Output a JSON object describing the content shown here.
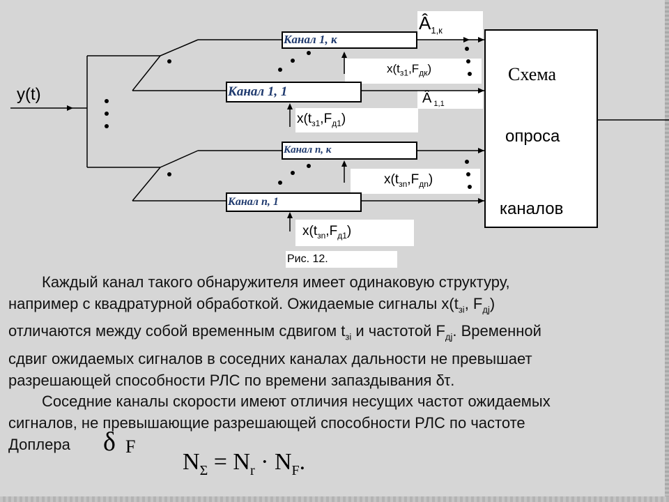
{
  "diagram": {
    "input_label": "y(t)",
    "channels": [
      "Канал 1, к",
      "Канал 1, 1",
      "Канал n, к",
      "Канал n, 1"
    ],
    "signals": {
      "s1": {
        "prefix": "x(t",
        "sub1": "з1",
        "mid": ",F",
        "sub2": "дк",
        "suffix": ")"
      },
      "s2": {
        "prefix": "x(t",
        "sub1": "з1",
        "mid": ",F",
        "sub2": "д1",
        "suffix": ")"
      },
      "s3": {
        "prefix": "x(t",
        "sub1": "зn",
        "mid": ",F",
        "sub2": "дn",
        "suffix": ")"
      },
      "s4": {
        "prefix": "x(t",
        "sub1": "зn",
        "mid": ",F",
        "sub2": "д1",
        "suffix": ")"
      }
    },
    "outputs": {
      "a1k": {
        "main": "Â",
        "sub": "1,к"
      },
      "a11": {
        "main": "Â",
        "sub": " 1,1"
      }
    },
    "scheme": {
      "line1": "Схема",
      "line2": "опроса",
      "line3": "каналов"
    },
    "caption": "Рис. 12."
  },
  "text": {
    "p1_line1": "Каждый канал такого обнаружителя имеет одинаковую структуру,",
    "p1_line2a": "например с квадратурной обработкой. Ожидаемые сигналы x(t",
    "p1_line2_sub1": "зi",
    "p1_line2b": ", F",
    "p1_line2_sub2": "дj",
    "p1_line2c": ")",
    "p1_line3a": "отличаются между собой временным сдвигом t",
    "p1_line3_sub1": "зi",
    "p1_line3b": " и частотой F",
    "p1_line3_sub2": "дj",
    "p1_line3c": ". Временной",
    "p1_line4": "сдвиг ожидаемых сигналов в соседних каналах дальности не превышает",
    "p1_line5": "разрешающей способности РЛС по времени запаздывания δτ.",
    "p2_line1": "Соседние каналы скорости имеют отличия несущих частот ожидаемых",
    "p2_line2": "сигналов, не превышающие разрешающей способности РЛС по частоте",
    "p2_line3": "Доплера",
    "delta": "δ",
    "delta_sub": "F",
    "formula": {
      "n1": "N",
      "sub_sigma": "Σ",
      "eq": " = ",
      "n2": "N",
      "sub_r": "r",
      "dot": " · ",
      "n3": "N",
      "sub_f": "F",
      "end": "."
    }
  }
}
